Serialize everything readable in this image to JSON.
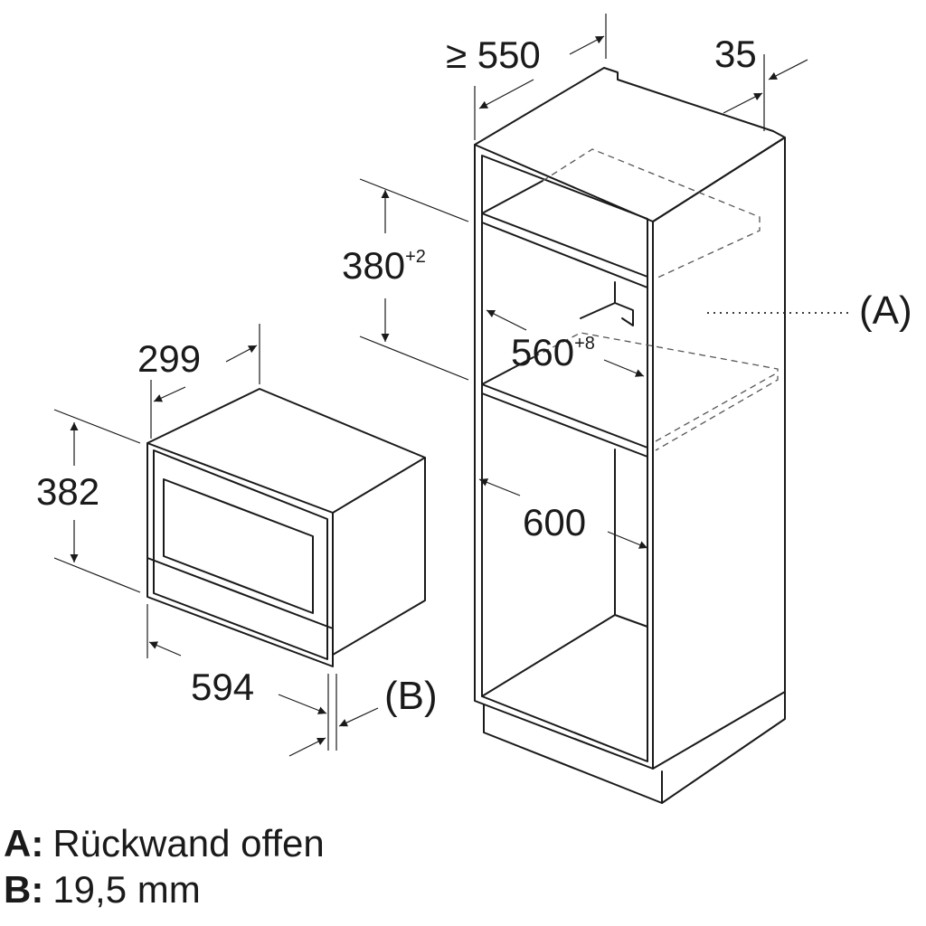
{
  "dimensions": {
    "depth_min": "≥ 550",
    "offset": "35",
    "niche_height": "380",
    "niche_height_tol": "+2",
    "niche_width": "560",
    "niche_width_tol": "+8",
    "cabinet_width": "600",
    "appliance_depth": "299",
    "appliance_height": "382",
    "appliance_width": "594"
  },
  "markers": {
    "a": "(A)",
    "b": "(B)"
  },
  "legend": [
    {
      "key": "A:",
      "text": "Rückwand offen"
    },
    {
      "key": "B:",
      "text": "19,5 mm"
    }
  ]
}
